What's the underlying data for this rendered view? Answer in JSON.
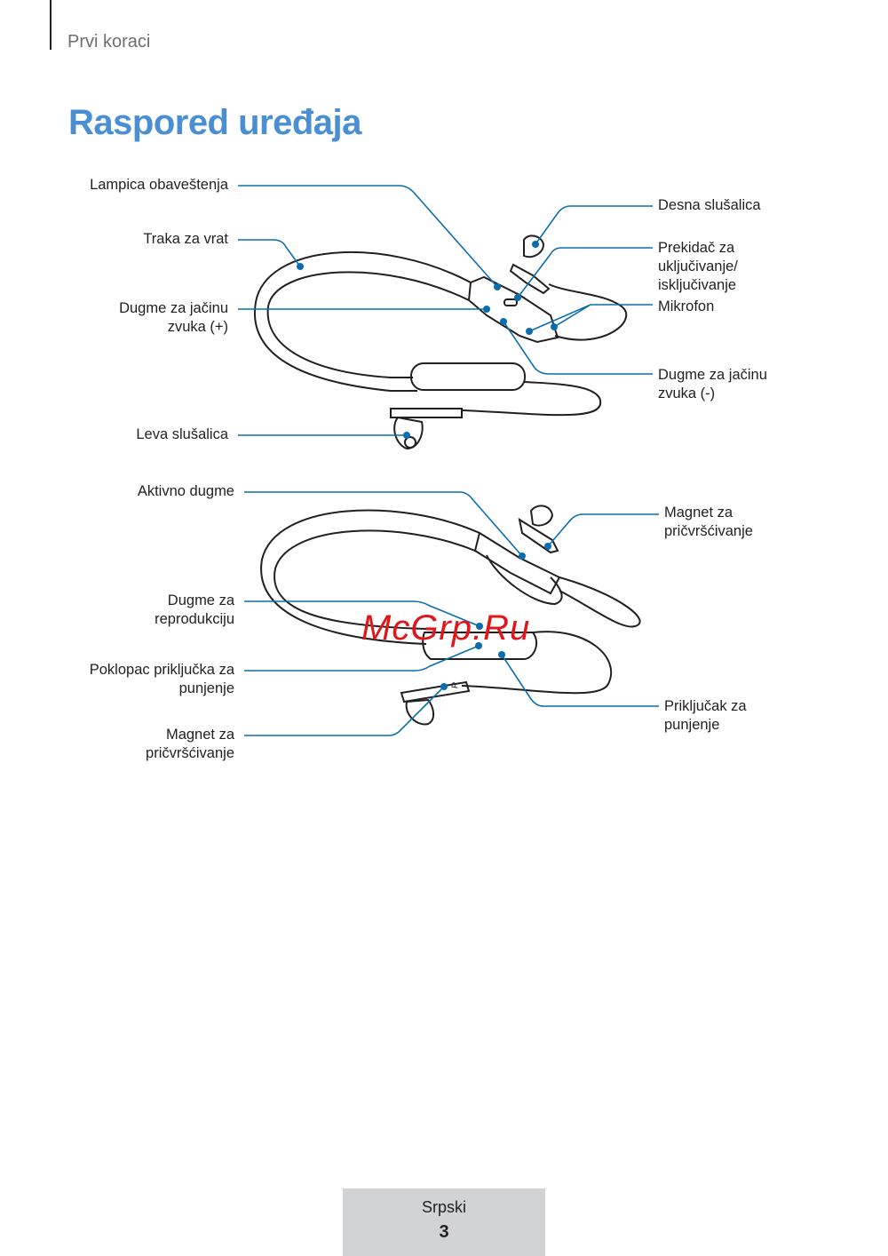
{
  "header": {
    "section": "Prvi koraci"
  },
  "title": "Raspored uređaja",
  "diagram_top": {
    "left_labels": [
      "Lampica obaveštenja",
      "Traka za vrat",
      "Dugme za jačinu zvuka (+)",
      "Leva slušalica"
    ],
    "right_labels": [
      "Desna slušalica",
      "Prekidač za uključivanje/ isključivanje",
      "Mikrofon",
      "Dugme za jačinu zvuka (-)"
    ]
  },
  "diagram_bottom": {
    "left_labels": [
      "Aktivno dugme",
      "Dugme za reprodukciju",
      "Poklopac priključka za punjenje",
      "Magnet za pričvršćivanje"
    ],
    "right_labels": [
      "Magnet za pričvršćivanje",
      "Priključak za punjenje"
    ],
    "earbud_mark": "R"
  },
  "watermark": "McGrp.Ru",
  "footer": {
    "language": "Srpski",
    "page": "3"
  },
  "colors": {
    "title": "#4a8fd3",
    "leader": "#0a6eae",
    "footer_bg": "#d1d3d4"
  }
}
